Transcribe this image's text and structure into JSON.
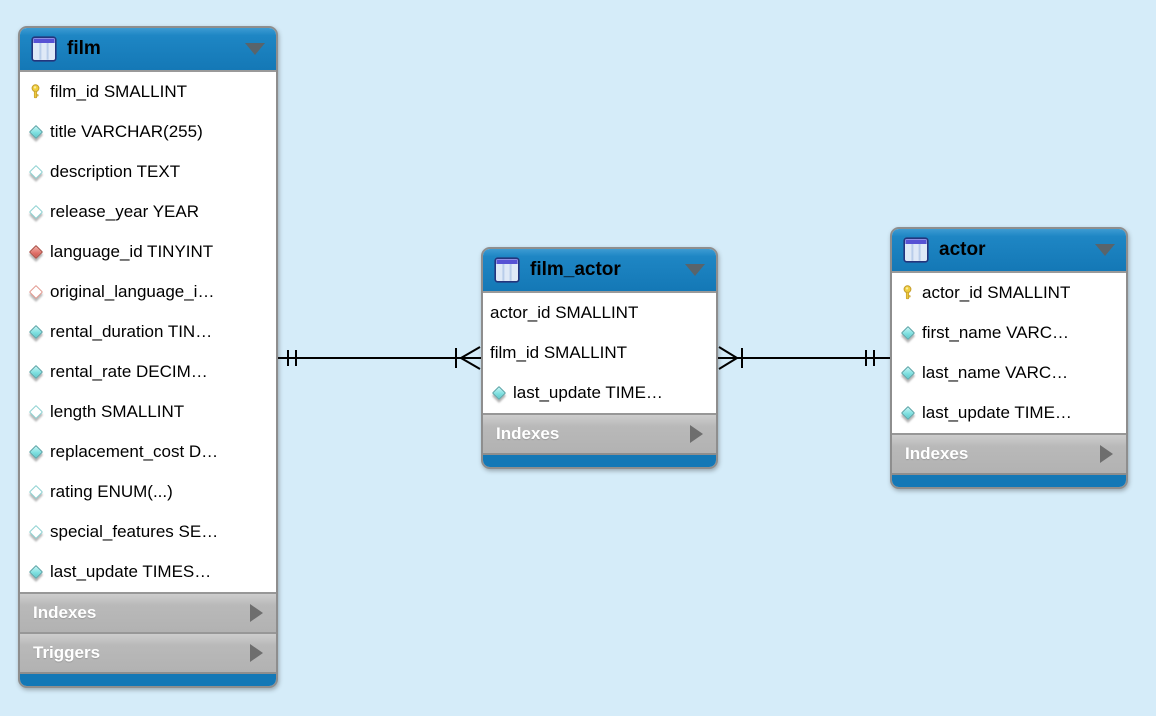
{
  "diagram": {
    "tool": "eer-diagram",
    "colors": {
      "canvas_background": "#d5ecf9",
      "table_header_blue": "#1478b6",
      "section_gray": "#b9b9b9",
      "connector": "#000000",
      "key_icon_gold": "#f0cf3e",
      "attribute_teal": "#7fe0e0",
      "attribute_red": "#df6f67"
    },
    "tables": [
      {
        "title": "film",
        "header_icon": "table-icon",
        "collapse_icon": "triangle-down-icon",
        "columns": [
          {
            "label": "film_id SMALLINT",
            "icon": "key-icon"
          },
          {
            "label": "title VARCHAR(255)",
            "icon": "diamond-teal-filled-icon"
          },
          {
            "label": "description TEXT",
            "icon": "diamond-teal-hollow-icon"
          },
          {
            "label": "release_year YEAR",
            "icon": "diamond-teal-hollow-icon"
          },
          {
            "label": "language_id TINYINT",
            "icon": "diamond-red-filled-icon"
          },
          {
            "label": "original_language_i…",
            "icon": "diamond-red-hollow-icon"
          },
          {
            "label": "rental_duration TIN…",
            "icon": "diamond-teal-filled-icon"
          },
          {
            "label": "rental_rate DECIM…",
            "icon": "diamond-teal-filled-icon"
          },
          {
            "label": "length SMALLINT",
            "icon": "diamond-teal-hollow-icon"
          },
          {
            "label": "replacement_cost D…",
            "icon": "diamond-teal-filled-icon"
          },
          {
            "label": "rating ENUM(...)",
            "icon": "diamond-teal-hollow-icon"
          },
          {
            "label": "special_features SE…",
            "icon": "diamond-teal-hollow-icon"
          },
          {
            "label": "last_update TIMES…",
            "icon": "diamond-teal-filled-icon"
          }
        ],
        "sections": [
          {
            "label": "Indexes",
            "icon": "expand-arrow-icon"
          },
          {
            "label": "Triggers",
            "icon": "expand-arrow-icon"
          }
        ]
      },
      {
        "title": "film_actor",
        "header_icon": "table-icon",
        "collapse_icon": "triangle-down-icon",
        "columns": [
          {
            "label": "actor_id SMALLINT",
            "icon": "none"
          },
          {
            "label": "film_id SMALLINT",
            "icon": "none"
          },
          {
            "label": "last_update TIME…",
            "icon": "diamond-teal-filled-icon"
          }
        ],
        "sections": [
          {
            "label": "Indexes",
            "icon": "expand-arrow-icon"
          }
        ]
      },
      {
        "title": "actor",
        "header_icon": "table-icon",
        "collapse_icon": "triangle-down-icon",
        "columns": [
          {
            "label": "actor_id SMALLINT",
            "icon": "key-icon"
          },
          {
            "label": "first_name VARC…",
            "icon": "diamond-teal-filled-icon"
          },
          {
            "label": "last_name VARC…",
            "icon": "diamond-teal-filled-icon"
          },
          {
            "label": "last_update TIME…",
            "icon": "diamond-teal-filled-icon"
          }
        ],
        "sections": [
          {
            "label": "Indexes",
            "icon": "expand-arrow-icon"
          }
        ]
      }
    ],
    "relationships": [
      {
        "from": "film",
        "to": "film_actor",
        "from_cardinality": "one-mandatory",
        "to_cardinality": "many-mandatory",
        "notation": "crows-foot"
      },
      {
        "from": "actor",
        "to": "film_actor",
        "from_cardinality": "one-mandatory",
        "to_cardinality": "many-mandatory",
        "notation": "crows-foot"
      }
    ]
  }
}
